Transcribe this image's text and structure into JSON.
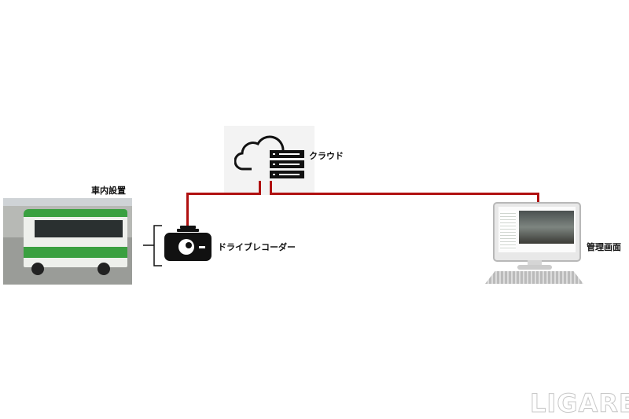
{
  "labels": {
    "cloud": "クラウド",
    "in_vehicle": "車内設置",
    "dashcam": "ドライブレコーダー",
    "admin_screen": "管理画面"
  },
  "watermark": "LIGARE",
  "colors": {
    "link_line": "#b01010",
    "bus_green": "#3aa040"
  }
}
